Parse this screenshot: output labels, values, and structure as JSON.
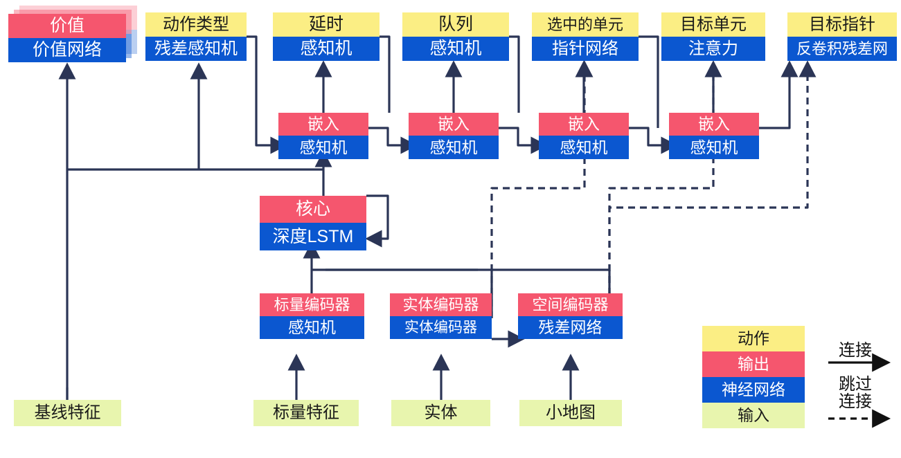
{
  "diagram": {
    "title": "AlphaStar-style agent architecture",
    "colors": {
      "action": "#FBEE84",
      "output": "#F5566E",
      "neural_network": "#0B57D0",
      "input": "#E8F5AE",
      "wire": "#2B3556"
    },
    "nodes": [
      {
        "id": "value",
        "top": "价值",
        "bottom": "价值网络",
        "top_kind": "output",
        "stacked": true
      },
      {
        "id": "action_type",
        "top": "动作类型",
        "bottom": "残差感知机",
        "top_kind": "action",
        "stacked": false
      },
      {
        "id": "delay",
        "top": "延时",
        "bottom": "感知机",
        "top_kind": "action",
        "stacked": false
      },
      {
        "id": "queue",
        "top": "队列",
        "bottom": "感知机",
        "top_kind": "action",
        "stacked": false
      },
      {
        "id": "selected",
        "top": "选中的单元",
        "bottom": "指针网络",
        "top_kind": "action",
        "stacked": false
      },
      {
        "id": "target_unit",
        "top": "目标单元",
        "bottom": "注意力",
        "top_kind": "action",
        "stacked": false
      },
      {
        "id": "target_point",
        "top": "目标指针",
        "bottom": "反卷积残差网",
        "top_kind": "action",
        "stacked": false
      },
      {
        "id": "embed1",
        "top": "嵌入",
        "bottom": "感知机",
        "top_kind": "output",
        "stacked": false
      },
      {
        "id": "embed2",
        "top": "嵌入",
        "bottom": "感知机",
        "top_kind": "output",
        "stacked": false
      },
      {
        "id": "embed3",
        "top": "嵌入",
        "bottom": "感知机",
        "top_kind": "output",
        "stacked": false
      },
      {
        "id": "embed4",
        "top": "嵌入",
        "bottom": "感知机",
        "top_kind": "output",
        "stacked": false
      },
      {
        "id": "core",
        "top": "核心",
        "bottom": "深度LSTM",
        "top_kind": "output",
        "stacked": false
      },
      {
        "id": "scalar_enc",
        "top": "标量编码器",
        "bottom": "感知机",
        "top_kind": "output",
        "stacked": false
      },
      {
        "id": "entity_enc",
        "top": "实体编码器",
        "bottom": "实体编码器",
        "top_kind": "output",
        "stacked": false
      },
      {
        "id": "spatial_enc",
        "top": "空间编码器",
        "bottom": "残差网络",
        "top_kind": "output",
        "stacked": false
      }
    ],
    "inputs": [
      {
        "id": "baseline_feat",
        "label": "基线特征"
      },
      {
        "id": "scalar_feat",
        "label": "标量特征"
      },
      {
        "id": "entities",
        "label": "实体"
      },
      {
        "id": "minimap",
        "label": "小地图"
      }
    ],
    "legend": {
      "swatches": [
        {
          "id": "action",
          "label": "动作"
        },
        {
          "id": "output",
          "label": "输出"
        },
        {
          "id": "nn",
          "label": "神经网络"
        },
        {
          "id": "input",
          "label": "输入"
        }
      ],
      "arrows": [
        {
          "id": "connection",
          "label": "连接",
          "style": "solid"
        },
        {
          "id": "skip-connection",
          "label": "跳过\n连接",
          "style": "dashed"
        }
      ]
    }
  }
}
